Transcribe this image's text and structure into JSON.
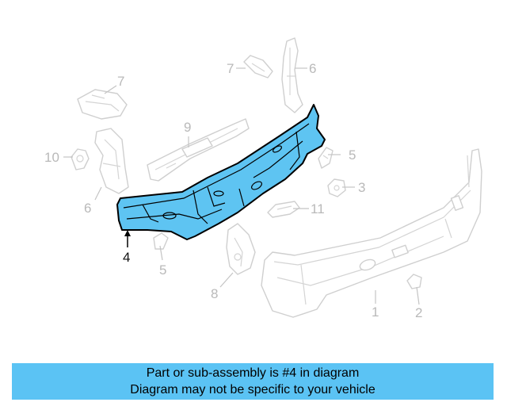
{
  "colors": {
    "highlight": "#5ec4f2",
    "banner": "#5bc3f4",
    "callout_gray": "#b9b9b9"
  },
  "callouts": {
    "c7_top": "7",
    "c7_left": "7",
    "c6_top": "6",
    "c9": "9",
    "c10": "10",
    "c6_left": "6",
    "c5_right": "5",
    "c3": "3",
    "c11": "11",
    "c4": "4",
    "c5_bottom": "5",
    "c8": "8",
    "c1": "1",
    "c2": "2"
  },
  "banner": {
    "line1": "Part or sub-assembly is #4 in diagram",
    "line2": "Diagram may not be specific to your vehicle"
  }
}
